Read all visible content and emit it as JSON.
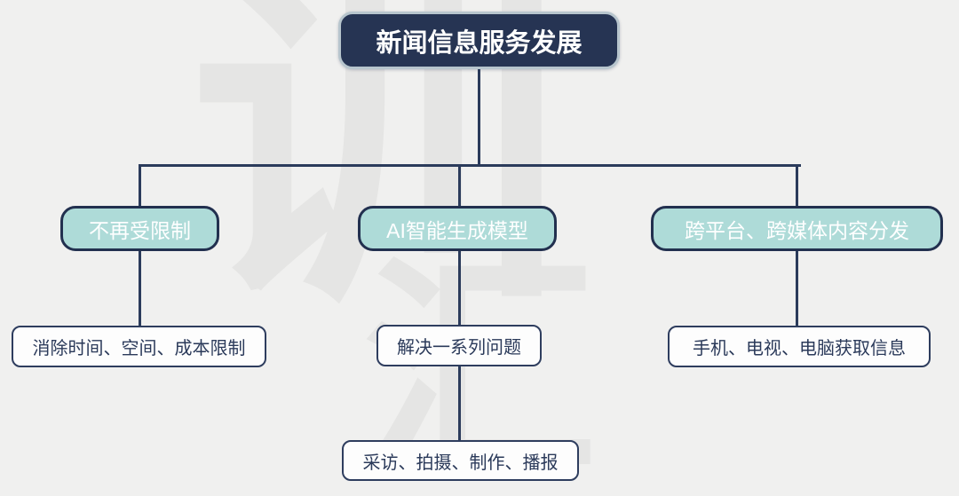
{
  "diagram": {
    "root": {
      "label": "新闻信息服务发展"
    },
    "branches": [
      {
        "label": "不再受限制",
        "children": [
          {
            "label": "消除时间、空间、成本限制"
          }
        ]
      },
      {
        "label": "AI智能生成模型",
        "children": [
          {
            "label": "解决一系列问题",
            "children": [
              {
                "label": "采访、拍摄、制作、播报"
              }
            ]
          }
        ]
      },
      {
        "label": "跨平台、跨媒体内容分发",
        "children": [
          {
            "label": "手机、电视、电脑获取信息"
          }
        ]
      }
    ]
  },
  "watermark": {
    "characters": [
      "训",
      "汇"
    ]
  },
  "colors": {
    "background": "#f0f0ef",
    "root_fill": "#263453",
    "root_outline": "#b7c5cd",
    "branch_fill": "#aedbd8",
    "border_navy": "#22304f",
    "leaf_fill": "#fdfdfd",
    "text_navy": "#2b3a5a",
    "text_white": "#ffffff",
    "connector": "#2b3b5b",
    "watermark_gray": "#e5e5e4"
  }
}
